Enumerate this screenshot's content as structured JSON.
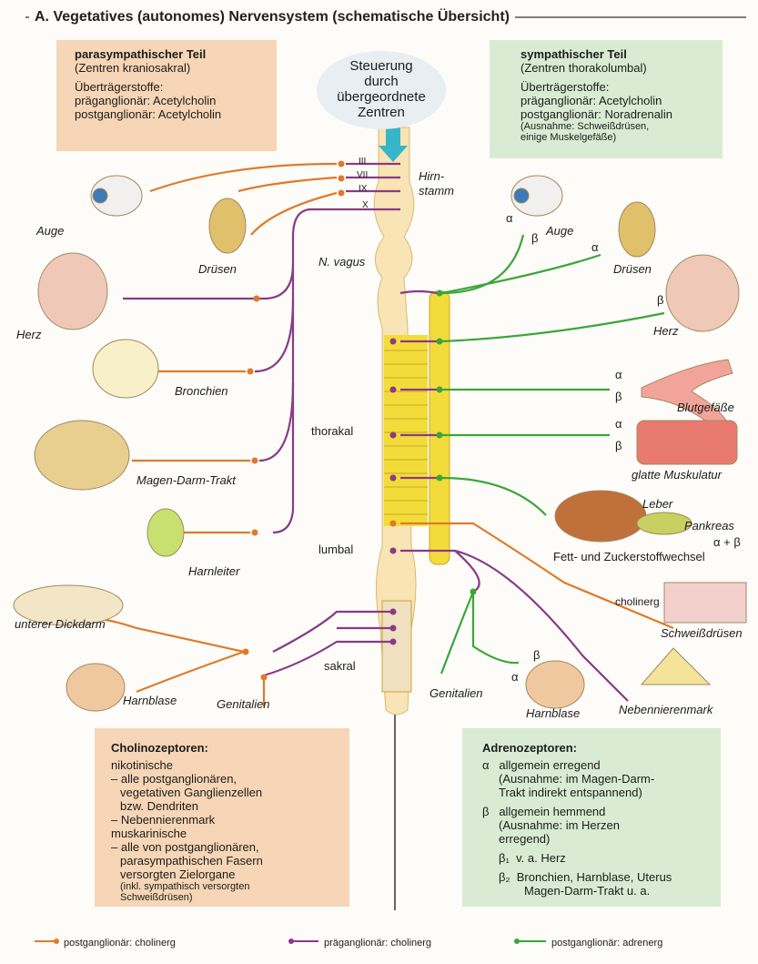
{
  "title": "A. Vegetatives (autonomes) Nervensystem (schematische Übersicht)",
  "parasympathisch": {
    "heading": "parasympathischer Teil",
    "sub": "(Zentren kraniosakral)",
    "l1": "Überträgerstoffe:",
    "l2": "präganglionär: Acetylcholin",
    "l3": "postganglionär: Acetylcholin"
  },
  "sympathisch": {
    "heading": "sympathischer Teil",
    "sub": "(Zentren thorakolumbal)",
    "l1": "Überträgerstoffe:",
    "l2": "präganglionär: Acetylcholin",
    "l3": "postganglionär: Noradrenalin",
    "n1": "(Ausnahme: Schweißdrüsen,",
    "n2": "einige Muskelgefäße)"
  },
  "steuerung": {
    "l1": "Steuerung",
    "l2": "durch",
    "l3": "übergeordnete",
    "l4": "Zentren"
  },
  "nerves": {
    "iii": "III",
    "vii": "VII",
    "ix": "IX",
    "x": "X"
  },
  "labels": {
    "hirnstamm1": "Hirn-",
    "hirnstamm2": "stamm",
    "nvagus": "N. vagus",
    "thorakal": "thorakal",
    "lumbal": "lumbal",
    "sakral": "sakral",
    "auge_l": "Auge",
    "druesen_l": "Drüsen",
    "herz_l": "Herz",
    "bronchien": "Bronchien",
    "magen": "Magen-Darm-Trakt",
    "harnleiter": "Harnleiter",
    "dickdarm": "unterer Dickdarm",
    "harnblase_l": "Harnblase",
    "genitalien_l": "Genitalien",
    "auge_r": "Auge",
    "druesen_r": "Drüsen",
    "herz_r": "Herz",
    "blutgefaesse": "Blutgefäße",
    "glatte": "glatte Muskulatur",
    "leber": "Leber",
    "pankreas": "Pankreas",
    "alphabeta": "α + β",
    "fett": "Fett- und Zuckerstoffwechsel",
    "cholinerg": "cholinerg",
    "schweiss": "Schweißdrüsen",
    "genitalien_r": "Genitalien",
    "harnblase_r": "Harnblase",
    "nebenniere": "Nebennierenmark"
  },
  "greek": {
    "alpha": "α",
    "beta": "β"
  },
  "cholinozeptoren": {
    "heading": "Cholinozeptoren:",
    "l1": "nikotinische",
    "l2": "– alle postganglionären,",
    "l3": "vegetativen Ganglienzellen",
    "l4": "bzw. Dendriten",
    "l5": "– Nebennierenmark",
    "l6": "muskarinische",
    "l7": "– alle von postganglionären,",
    "l8": "parasympathischen Fasern",
    "l9": "versorgten Zielorgane",
    "l10": "(inkl. sympathisch versorgten",
    "l11": "Schweißdrüsen)"
  },
  "adrenozeptoren": {
    "heading": "Adrenozeptoren:",
    "a": "α",
    "a1": "allgemein erregend",
    "a2": "(Ausnahme: im Magen-Darm-",
    "a3": "Trakt indirekt entspannend)",
    "b": "β",
    "b1": "allgemein hemmend",
    "b2": "(Ausnahme: im Herzen",
    "b3": "erregend)",
    "b1s": "β₁",
    "b1t": "v. a. Herz",
    "b2s": "β₂",
    "b2t": "Bronchien, Harnblase, Uterus",
    "b2t2": "Magen-Darm-Trakt u. a."
  },
  "legend": {
    "post_chol": "postganglionär: cholinerg",
    "prae_chol": "präganglionär: cholinerg",
    "post_adr": "postganglionär: adrenerg"
  },
  "colors": {
    "orange": "#e07a2a",
    "purple": "#8a3a86",
    "green": "#3aa63a",
    "cord": "#f8e4b4",
    "yellow": "#f3dc3a"
  }
}
